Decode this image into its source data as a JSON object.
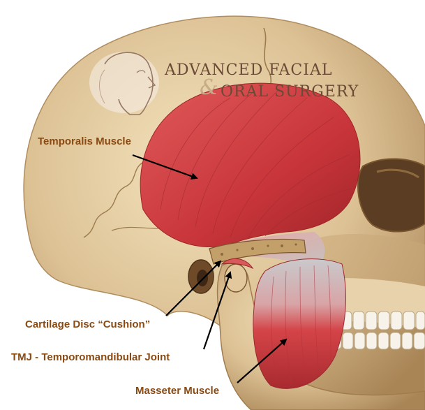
{
  "logo": {
    "line1": "ADVANCED FACIAL",
    "ampersand": "&",
    "line2": "ORAL SURGERY"
  },
  "labels": {
    "temporalis": "Temporalis Muscle",
    "disc": "Cartilage Disc “Cushion”",
    "tmj": "TMJ - Temporomandibular Joint",
    "masseter": "Masseter Muscle"
  },
  "colors": {
    "label_text": "#8a4a12",
    "logo_text": "#6b4a36",
    "bone": "#dcc194",
    "muscle": "#c8353a",
    "tendon": "#c9c9cc"
  }
}
